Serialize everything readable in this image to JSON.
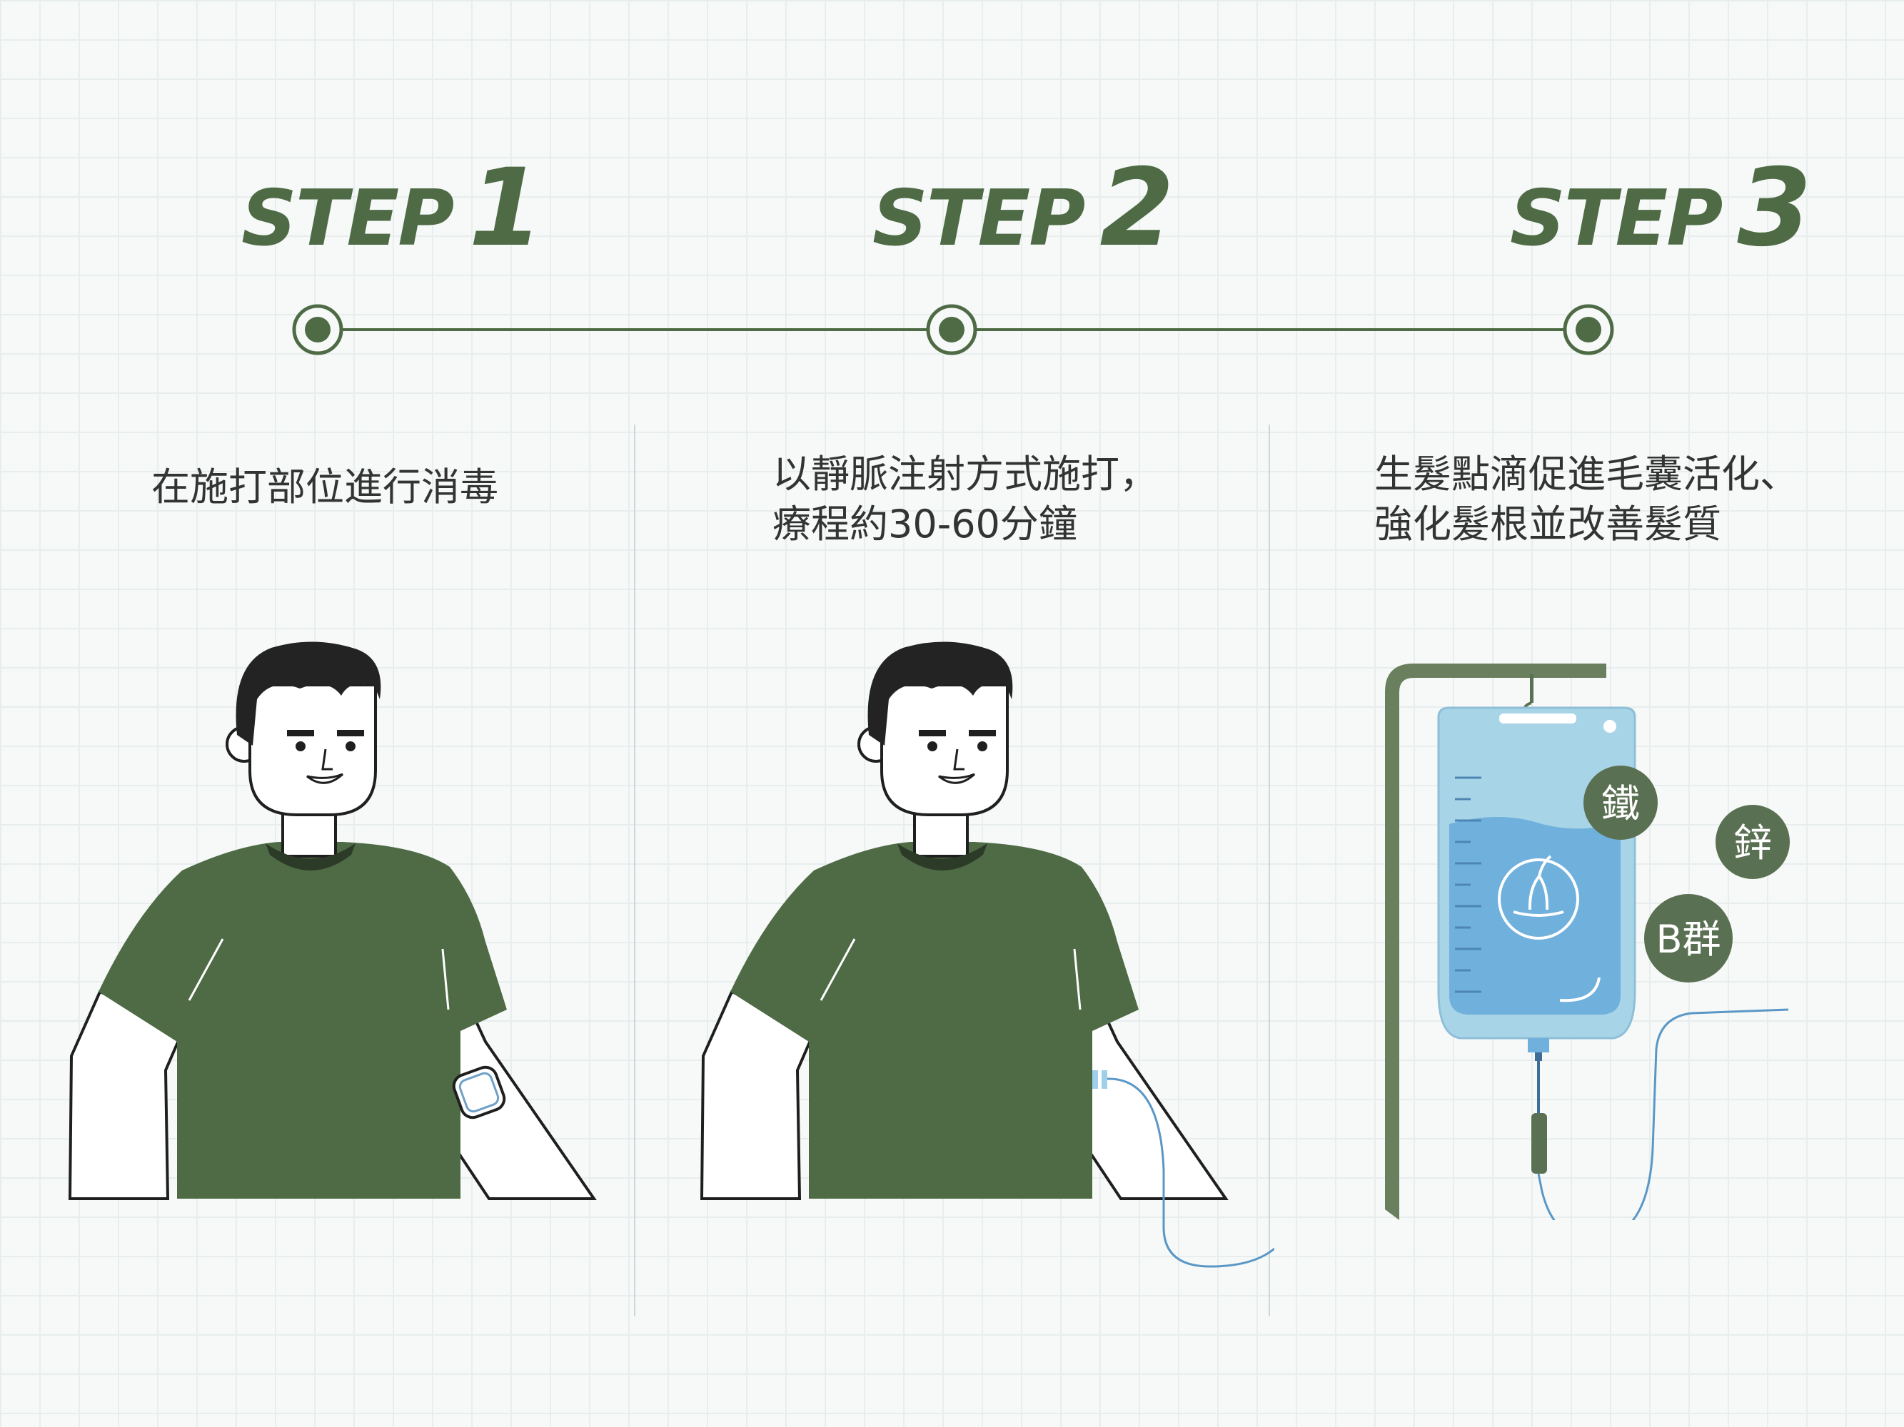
{
  "steps": [
    {
      "label": "STEP",
      "number": "1",
      "description": "在施打部位進行消毒"
    },
    {
      "label": "STEP",
      "number": "2",
      "description": "以靜脈注射方式施打，\n療程約30-60分鐘"
    },
    {
      "label": "STEP",
      "number": "3",
      "description": "生髮點滴促進毛囊活化、\n強化髮根並改善髮質"
    }
  ],
  "nutrients": [
    "鐵",
    "鋅",
    "B群"
  ],
  "colors": {
    "accent": "#4e6b45",
    "shirt": "#4e6b45",
    "iv_bag": "#a7d4e6",
    "iv_liquid": "#6fb0dc",
    "tube": "#5b97c6",
    "background": "#f6f9f8"
  },
  "icons": {
    "step1": "person-alcohol-swab-on-arm-icon",
    "step2": "person-iv-catheter-in-arm-icon",
    "step3": "iv-drip-bag-with-hair-follicle-icon"
  }
}
